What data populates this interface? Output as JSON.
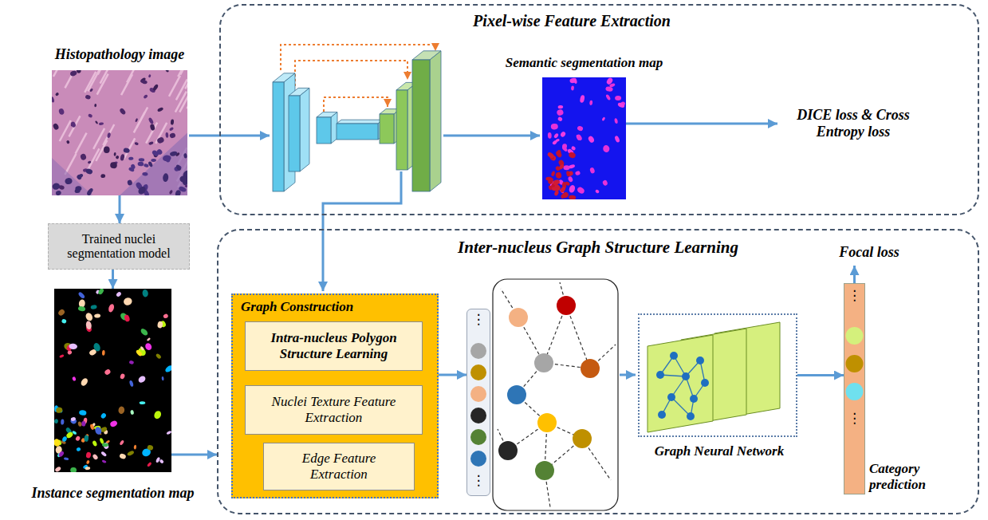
{
  "diagram": {
    "nodes": [
      {
        "text": [
          "Histopathology image"
        ]
      },
      {
        "text": [
          "Pixel-wise Feature Extraction"
        ]
      },
      {
        "text": [
          "Semantic segmentation map"
        ],
        "in": 1
      },
      {
        "text": [
          "DICE loss & Cross Entropy loss"
        ],
        "in": 1
      },
      {
        "text": [
          "Trained nuclei segmentation model"
        ]
      },
      {
        "text": [
          "Instance segmentation map"
        ]
      },
      {
        "text": [
          "Inter-nucleus Graph Structure Learning"
        ]
      },
      {
        "text": [
          "Graph Construction"
        ],
        "in": 6
      },
      {
        "text": [
          "Intra-nucleus Polygon Structure Learning"
        ],
        "in": 7
      },
      {
        "text": [
          "Nuclei Texture Feature Extraction"
        ],
        "in": 7
      },
      {
        "text": [
          "Edge Feature Extraction"
        ],
        "in": 7
      },
      {
        "text": [
          "⋮",
          "⋮"
        ],
        "in": 6
      },
      {
        "text": [
          "Graph Neural Network"
        ],
        "in": 6
      },
      {
        "text": [
          "Focal loss"
        ],
        "in": 6
      },
      {
        "text": [
          "⋮",
          "⋮",
          "Category prediction"
        ],
        "in": 6
      }
    ],
    "edges": [
      {
        "from": 0,
        "to": 4,
        "arrow": "to"
      },
      {
        "from": 4,
        "to": 5,
        "arrow": "to"
      },
      {
        "from": 5,
        "to": 6,
        "arrow": "to"
      },
      {
        "from": 2,
        "to": 3,
        "arrow": "to"
      },
      {
        "from": 7,
        "to": 11,
        "arrow": "to"
      },
      {
        "from": 12,
        "to": 14,
        "arrow": "to"
      },
      {
        "from": 14,
        "to": 13,
        "arrow": "to"
      }
    ]
  }
}
